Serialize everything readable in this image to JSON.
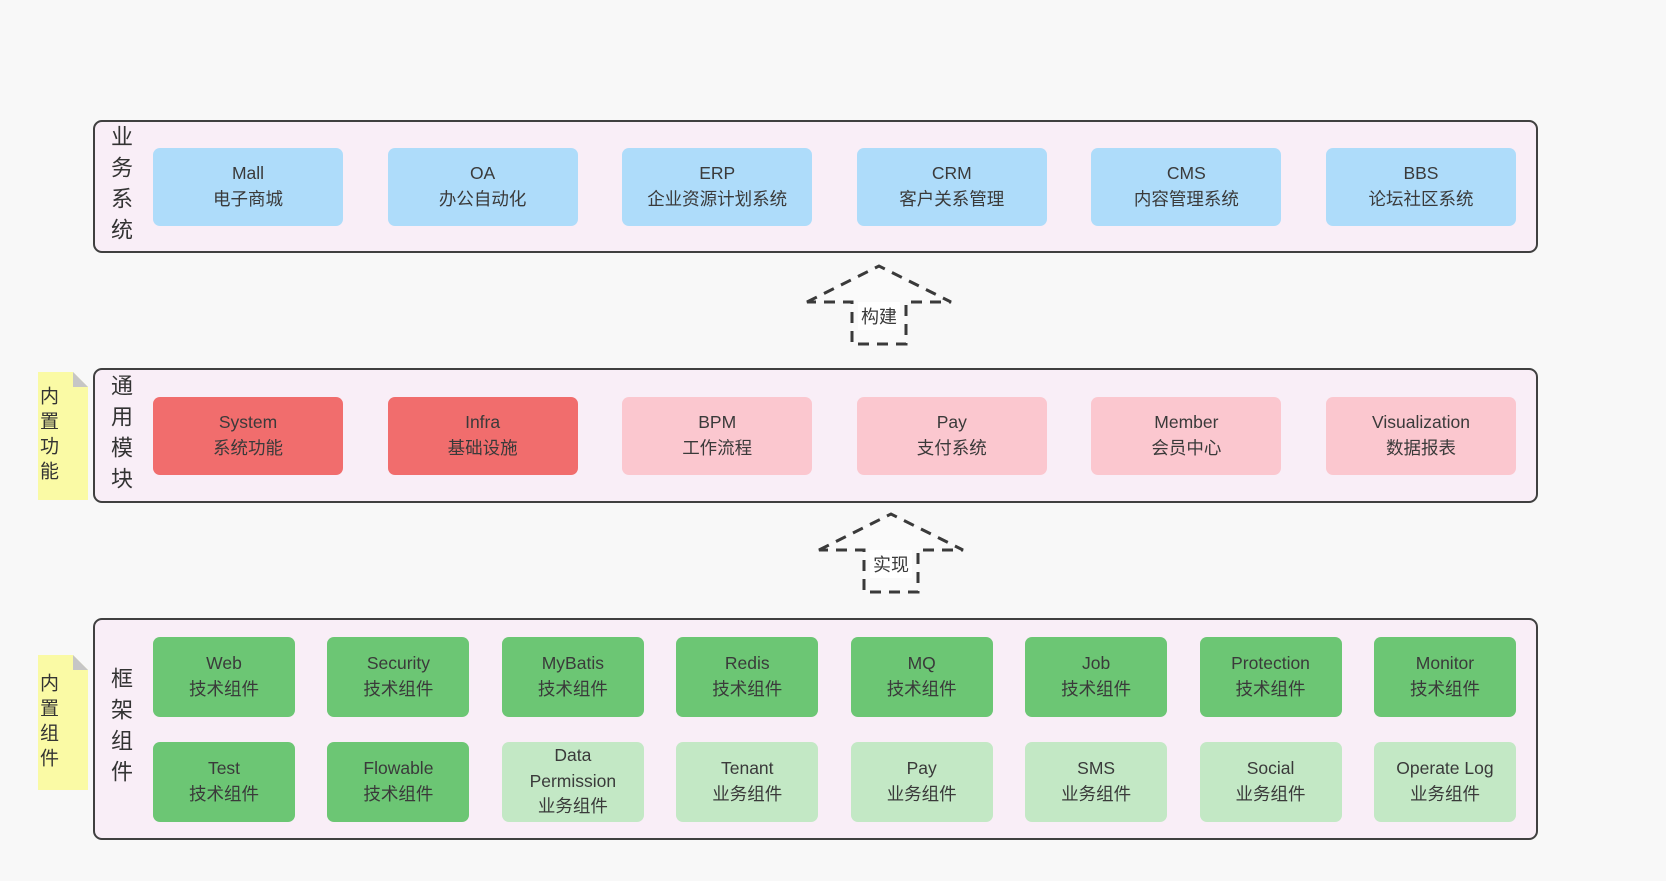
{
  "colors": {
    "band_bg": "#f9eef7",
    "band_border": "#404040",
    "blue": "#aedcfa",
    "red": "#f16d6d",
    "pink": "#fbc7cf",
    "green": "#6cc674",
    "light_green": "#c3e8c5",
    "sticky_yellow": "#fafaa5",
    "text": "#3a3a3a"
  },
  "arrows": [
    {
      "label": "构建"
    },
    {
      "label": "实现"
    }
  ],
  "bands": [
    {
      "label": "业务系统",
      "rows": [
        [
          {
            "name": "Mall",
            "desc": "电子商城"
          },
          {
            "name": "OA",
            "desc": "办公自动化"
          },
          {
            "name": "ERP",
            "desc": "企业资源计划系统"
          },
          {
            "name": "CRM",
            "desc": "客户关系管理"
          },
          {
            "name": "CMS",
            "desc": "内容管理系统"
          },
          {
            "name": "BBS",
            "desc": "论坛社区系统"
          }
        ]
      ]
    },
    {
      "label": "通用模块",
      "sticky": "内置功能",
      "rows": [
        [
          {
            "name": "System",
            "desc": "系统功能"
          },
          {
            "name": "Infra",
            "desc": "基础设施"
          },
          {
            "name": "BPM",
            "desc": "工作流程"
          },
          {
            "name": "Pay",
            "desc": "支付系统"
          },
          {
            "name": "Member",
            "desc": "会员中心"
          },
          {
            "name": "Visualization",
            "desc": "数据报表"
          }
        ]
      ]
    },
    {
      "label": "框架组件",
      "sticky": "内置组件",
      "rows": [
        [
          {
            "name": "Web",
            "desc": "技术组件"
          },
          {
            "name": "Security",
            "desc": "技术组件"
          },
          {
            "name": "MyBatis",
            "desc": "技术组件"
          },
          {
            "name": "Redis",
            "desc": "技术组件"
          },
          {
            "name": "MQ",
            "desc": "技术组件"
          },
          {
            "name": "Job",
            "desc": "技术组件"
          },
          {
            "name": "Protection",
            "desc": "技术组件"
          },
          {
            "name": "Monitor",
            "desc": "技术组件"
          }
        ],
        [
          {
            "name": "Test",
            "desc": "技术组件"
          },
          {
            "name": "Flowable",
            "desc": "技术组件"
          },
          {
            "name": "Data Permission",
            "desc": "业务组件"
          },
          {
            "name": "Tenant",
            "desc": "业务组件"
          },
          {
            "name": "Pay",
            "desc": "业务组件"
          },
          {
            "name": "SMS",
            "desc": "业务组件"
          },
          {
            "name": "Social",
            "desc": "业务组件"
          },
          {
            "name": "Operate Log",
            "desc": "业务组件"
          }
        ]
      ]
    }
  ]
}
